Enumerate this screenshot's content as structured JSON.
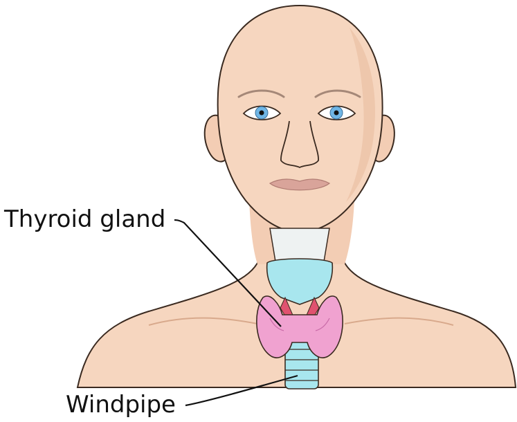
{
  "labels": {
    "thyroid": "Thyroid gland",
    "windpipe": "Windpipe"
  },
  "colors": {
    "skin": "#f6d6bf",
    "skin_shadow": "#e9bca0",
    "outline": "#3a2a20",
    "iris": "#6fb6e6",
    "lips": "#d9a49a",
    "cartilage": "#a8e6ee",
    "thyroid": "#f0a2d0",
    "muscle": "#e0526f",
    "leader_line": "#111111"
  },
  "icons": [
    "head-illustration",
    "thyroid-illustration",
    "trachea-illustration"
  ]
}
